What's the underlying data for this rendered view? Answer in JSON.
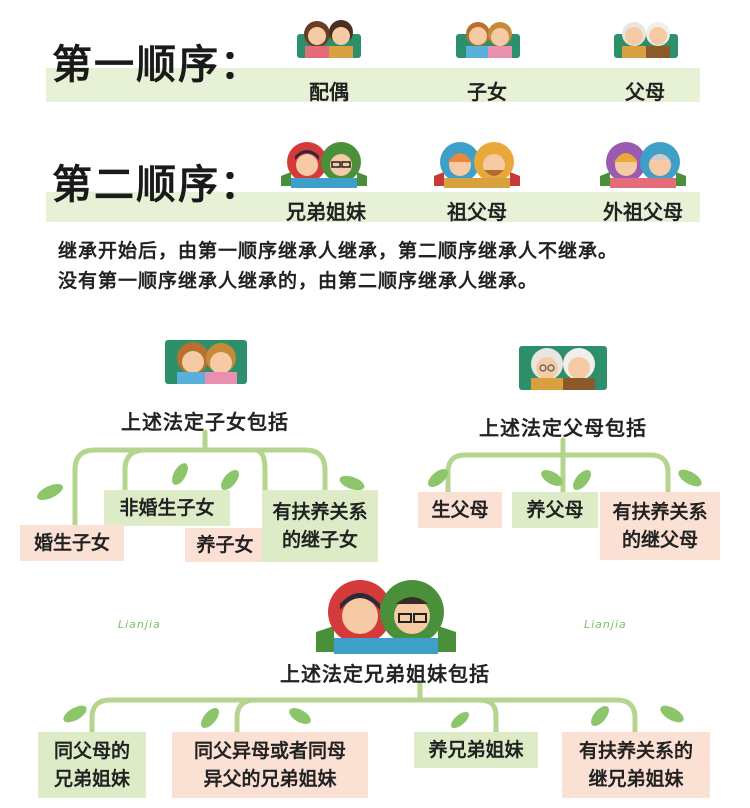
{
  "colors": {
    "band": "#e7f1d6",
    "line": "#b5d48d",
    "leaf": "#8cc56a",
    "box_green": "#ddecc6",
    "box_pink": "#fbe0d4"
  },
  "order1": {
    "title": "第一顺序：",
    "heirs": [
      "配偶",
      "子女",
      "父母"
    ]
  },
  "order2": {
    "title": "第二顺序：",
    "heirs": [
      "兄弟姐妹",
      "祖父母",
      "外祖父母"
    ]
  },
  "description": {
    "line1": "继承开始后，由第一顺序继承人继承，第二顺序继承人不继承。",
    "line2": "没有第一顺序继承人继承的，由第二顺序继承人继承。"
  },
  "children_section": {
    "title": "上述法定子女包括",
    "items": [
      "婚生子女",
      "非婚生子女",
      "养子女",
      "有扶养关系\n的继子女"
    ]
  },
  "parents_section": {
    "title": "上述法定父母包括",
    "items": [
      "生父母",
      "养父母",
      "有扶养关系\n的继父母"
    ]
  },
  "siblings_section": {
    "title": "上述法定兄弟姐妹包括",
    "items": [
      "同父母的\n兄弟姐妹",
      "同父异母或者同母\n异父的兄弟姐妹",
      "养兄弟姐妹",
      "有扶养关系的\n继兄弟姐妹"
    ]
  },
  "watermarks": [
    "Lianjia",
    "Lianjia"
  ],
  "icons": [
    "couple-icon",
    "children-icon",
    "elderly-parents-icon",
    "siblings-icon",
    "grandparents-icon",
    "maternal-grandparents-icon"
  ]
}
